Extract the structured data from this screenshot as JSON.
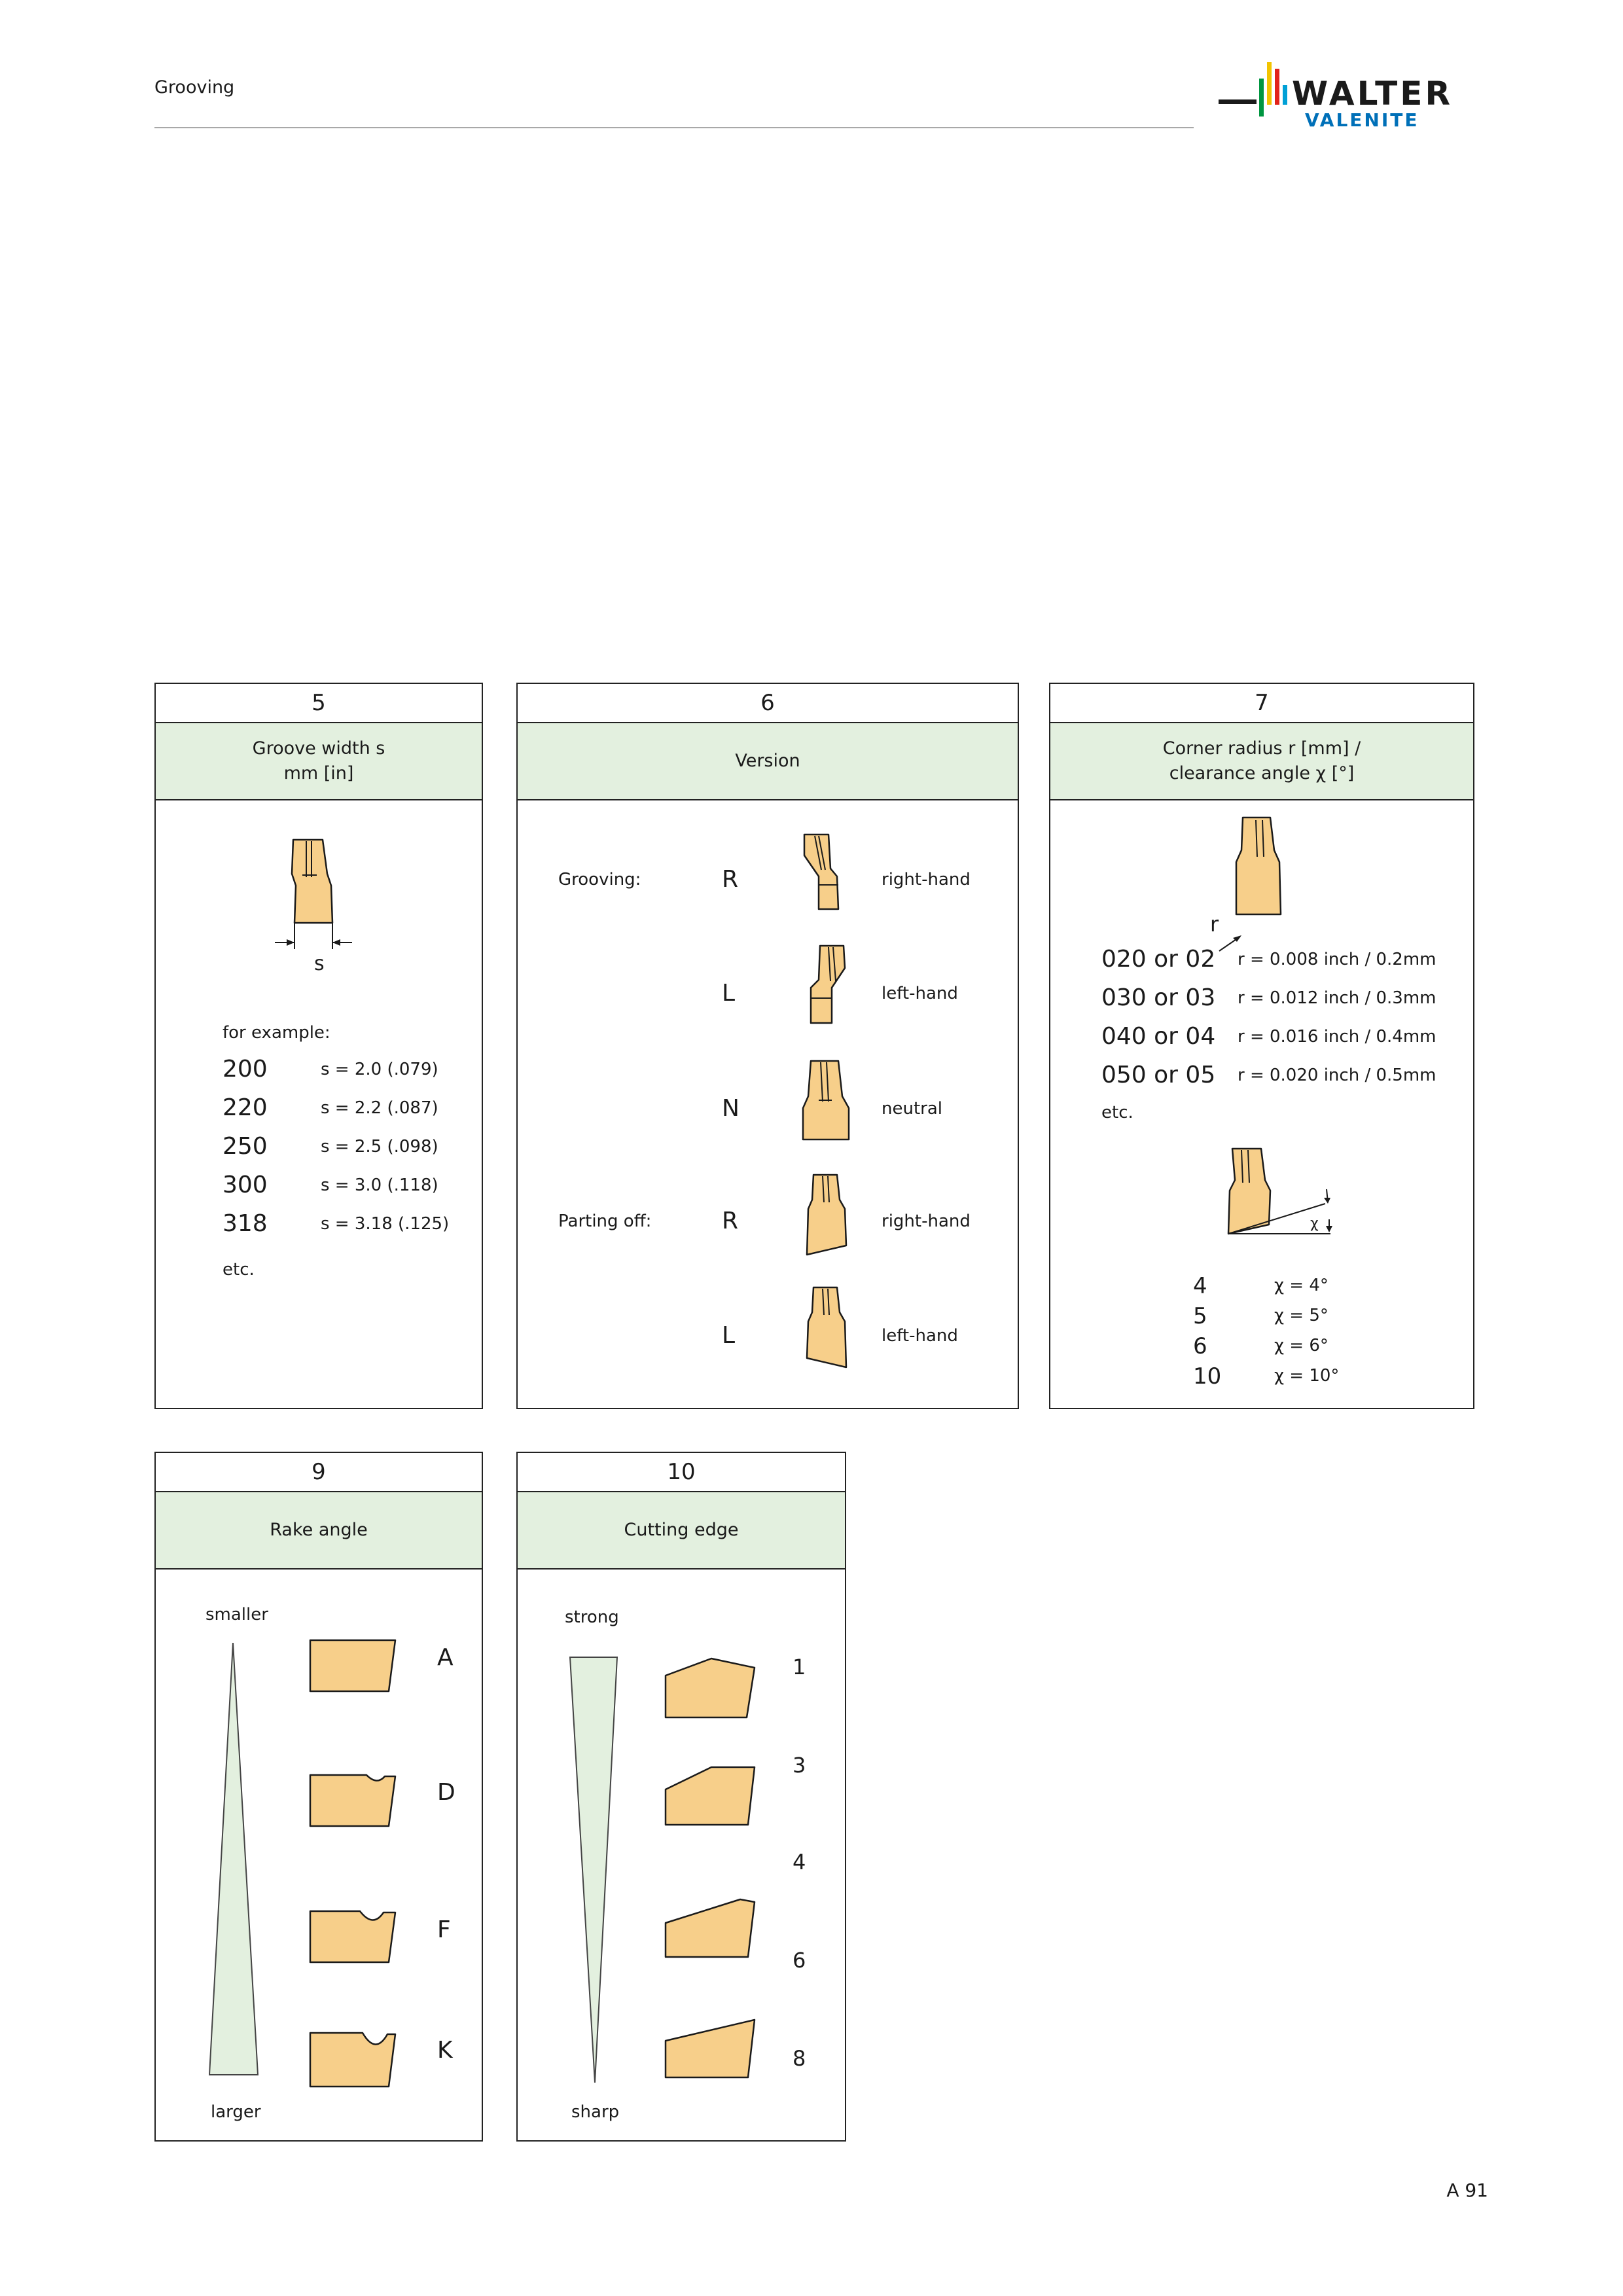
{
  "header": {
    "section": "Grooving",
    "brand_top": "WALTER",
    "brand_bottom": "VALENITE",
    "brand_colors": [
      "#f2c400",
      "#e2231a",
      "#009640",
      "#0070b8",
      "#00a0d6"
    ]
  },
  "page_number": "A 91",
  "panel5": {
    "number": "5",
    "title": "Groove width s\nmm [in]",
    "dimension_label": "s",
    "example_label": "for example:",
    "rows": [
      {
        "code": "200",
        "value": "s = 2.0 (.079)"
      },
      {
        "code": "220",
        "value": "s = 2.2 (.087)"
      },
      {
        "code": "250",
        "value": "s = 2.5 (.098)"
      },
      {
        "code": "300",
        "value": "s = 3.0 (.118)"
      },
      {
        "code": "318",
        "value": "s = 3.18 (.125)"
      }
    ],
    "etc": "etc."
  },
  "panel6": {
    "number": "6",
    "title": "Version",
    "grooving_label": "Grooving:",
    "parting_label": "Parting off:",
    "rows": [
      {
        "code": "R",
        "desc": "right-hand"
      },
      {
        "code": "L",
        "desc": "left-hand"
      },
      {
        "code": "N",
        "desc": "neutral"
      },
      {
        "code": "R",
        "desc": "right-hand"
      },
      {
        "code": "L",
        "desc": "left-hand"
      }
    ]
  },
  "panel7": {
    "number": "7",
    "title": "Corner radius r [mm] /\nclearance angle χ [°]",
    "radius_label": "r",
    "radius_rows": [
      {
        "code": "020 or 02",
        "value": "r = 0.008 inch / 0.2mm"
      },
      {
        "code": "030 or 03",
        "value": "r = 0.012 inch / 0.3mm"
      },
      {
        "code": "040 or 04",
        "value": "r = 0.016 inch / 0.4mm"
      },
      {
        "code": "050 or 05",
        "value": "r = 0.020 inch / 0.5mm"
      }
    ],
    "etc": "etc.",
    "angle_symbol": "χ",
    "angle_rows": [
      {
        "code": "4",
        "value": "χ = 4°"
      },
      {
        "code": "5",
        "value": "χ = 5°"
      },
      {
        "code": "6",
        "value": "χ = 6°"
      },
      {
        "code": "10",
        "value": "χ = 10°"
      }
    ]
  },
  "panel9": {
    "number": "9",
    "title": "Rake angle",
    "top_label": "smaller",
    "bottom_label": "larger",
    "codes": [
      "A",
      "D",
      "F",
      "K"
    ]
  },
  "panel10": {
    "number": "10",
    "title": "Cutting edge",
    "top_label": "strong",
    "bottom_label": "sharp",
    "codes": [
      "1",
      "3",
      "4",
      "6",
      "8"
    ]
  }
}
